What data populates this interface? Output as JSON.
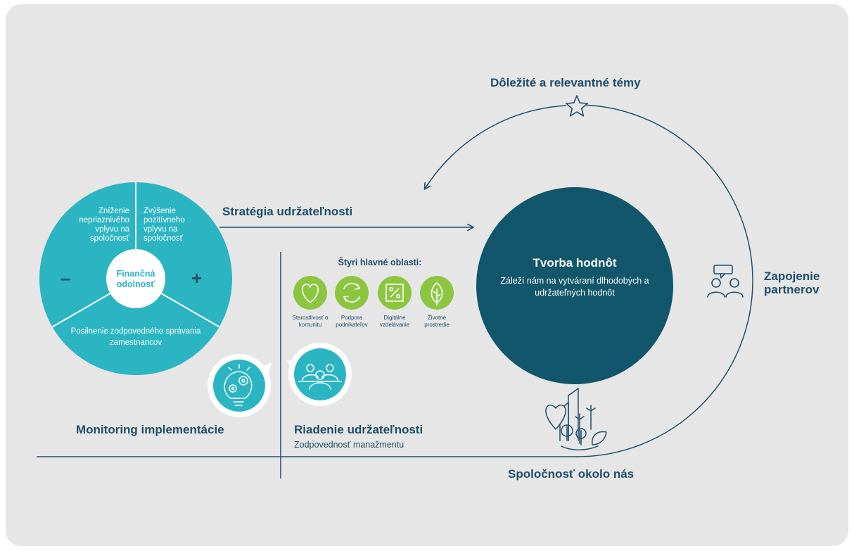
{
  "colors": {
    "background": "#e6e6e6",
    "teal": "#2bb5c3",
    "dark_teal": "#11566a",
    "navy_text": "#1f4e6b",
    "green": "#8cc641"
  },
  "wheel": {
    "top_left": "Zníženie nepriaznivého vplyvu na spoločnosť",
    "top_right": "Zvýšenie pozitívneho vplyvu na spoločnosť",
    "bottom": "Posilnenie zodpovedného správania zamestnancov",
    "center": "Finančná odolnosť",
    "minus": "–",
    "plus": "+"
  },
  "strategy_label": "Stratégia udržateľnosti",
  "four_areas": {
    "title": "Štyri hlavné oblasti:",
    "items": [
      {
        "label": "Starostlivosť o komunitu",
        "icon": "heart-icon"
      },
      {
        "label": "Podpora podnikateľov",
        "icon": "cycle-icon"
      },
      {
        "label": "Digitálne vzdelávanie",
        "icon": "percent-icon"
      },
      {
        "label": "Životné prostredie",
        "icon": "leaf-icon"
      }
    ]
  },
  "value_creation": {
    "title": "Tvorba hodnôt",
    "subtitle": "Záleží nám na vytváraní dlhodobých a udržateľných hodnôt"
  },
  "important_topics": "Dôležité a relevantné témy",
  "partners": "Zapojenie partnerov",
  "society": "Spoločnosť okolo nás",
  "monitoring": "Monitoring implementácie",
  "governance": {
    "title": "Riadenie udržateľnosti",
    "subtitle": "Zodpovednosť manažmentu"
  }
}
